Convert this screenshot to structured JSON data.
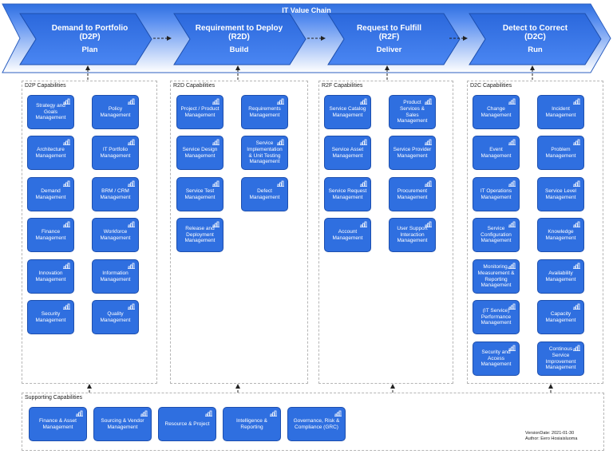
{
  "value_chain_title": "IT Value Chain",
  "streams": [
    {
      "title": "Demand to Portfolio",
      "code": "(D2P)",
      "phase": "Plan"
    },
    {
      "title": "Requirement to Deploy",
      "code": "(R2D)",
      "phase": "Build"
    },
    {
      "title": "Request to Fulfill",
      "code": "(R2F)",
      "phase": "Deliver"
    },
    {
      "title": "Detect to Correct",
      "code": "(D2C)",
      "phase": "Run"
    }
  ],
  "groups": {
    "d2p": {
      "label": "D2P Capabilities",
      "items": [
        "Strategy and Goals Management",
        "Policy Management",
        "Architecture Management",
        "IT Portfolio Management",
        "Demand Management",
        "BRM / CRM Management",
        "Finance Management",
        "Workforce Management",
        "Innovation Management",
        "Information Management",
        "Security Management",
        "Quality Management"
      ]
    },
    "r2d": {
      "label": "R2D Capabilities",
      "items": [
        "Project / Product Management",
        "Requirements Management",
        "Service Design Management",
        "Service Implementation & Unit Testing Management",
        "Service Test Management",
        "Defect Management",
        "Release and Deployment Management"
      ]
    },
    "r2f": {
      "label": "R2F Capabilities",
      "items": [
        "Service Catalog Management",
        "Product Services & Sales Management",
        "Service Asset Management",
        "Service Provider Management",
        "Service Request Management",
        "Procurement Management",
        "Account Management",
        "User Support Interaction Management"
      ]
    },
    "d2c": {
      "label": "D2C Capabilities",
      "items": [
        "Change Management",
        "Incident Management",
        "Event Management",
        "Problem Management",
        "IT Operations Management",
        "Service Level Management",
        "Service Configuration Management",
        "Knowledge Management",
        "Monitoring, Measurement & Reporting Management",
        "Availability Management",
        "(IT Service) Performance Management",
        "Capacity Management",
        "Security and Access Management",
        "Continous Service Improvement Management"
      ]
    },
    "supporting": {
      "label": "Supporting Capabilities",
      "items": [
        "Finance & Asset Management",
        "Sourcing & Vendor Management",
        "Resource & Project",
        "Intelligence & Reporting",
        "Governance, Risk & Compliance (GRC)"
      ]
    }
  },
  "version_info": {
    "version": "VersionDate: 2021-01-30",
    "author": "Author: Eero Hosiaisluoma"
  },
  "colors": {
    "capability": "#2f6fe0",
    "chevron": "#3b7ded",
    "chain_gradient_end": "#ffffff"
  }
}
